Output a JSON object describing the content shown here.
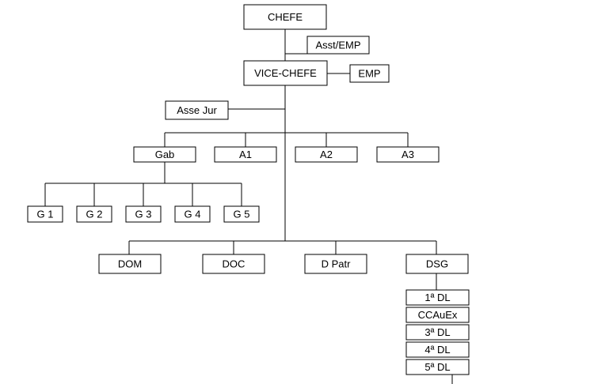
{
  "org_chart": {
    "nodes": {
      "chefe": "CHEFE",
      "asst_emp": "Asst/EMP",
      "vice_chefe": "VICE-CHEFE",
      "emp": "EMP",
      "asse_jur": "Asse Jur",
      "gab": "Gab",
      "a1": "A1",
      "a2": "A2",
      "a3": "A3",
      "g1": "G 1",
      "g2": "G 2",
      "g3": "G 3",
      "g4": "G 4",
      "g5": "G 5",
      "dom": "DOM",
      "doc": "DOC",
      "d_patr": "D Patr",
      "dsg": "DSG",
      "dl1": "1ª DL",
      "ccauex": "CCAuEx",
      "dl3": "3ª DL",
      "dl4": "4ª DL",
      "dl5": "5ª DL"
    },
    "relations": [
      [
        "chefe",
        "vice_chefe"
      ],
      [
        "chefe",
        "asst_emp"
      ],
      [
        "vice_chefe",
        "emp"
      ],
      [
        "vice_chefe",
        "asse_jur"
      ],
      [
        "vice_chefe",
        "gab"
      ],
      [
        "vice_chefe",
        "a1"
      ],
      [
        "vice_chefe",
        "a2"
      ],
      [
        "vice_chefe",
        "a3"
      ],
      [
        "gab",
        "g1"
      ],
      [
        "gab",
        "g2"
      ],
      [
        "gab",
        "g3"
      ],
      [
        "gab",
        "g4"
      ],
      [
        "gab",
        "g5"
      ],
      [
        "vice_chefe",
        "dom"
      ],
      [
        "vice_chefe",
        "doc"
      ],
      [
        "vice_chefe",
        "d_patr"
      ],
      [
        "vice_chefe",
        "dsg"
      ],
      [
        "dsg",
        "dl1"
      ],
      [
        "dsg",
        "ccauex"
      ],
      [
        "dsg",
        "dl3"
      ],
      [
        "dsg",
        "dl4"
      ],
      [
        "dsg",
        "dl5"
      ]
    ]
  }
}
